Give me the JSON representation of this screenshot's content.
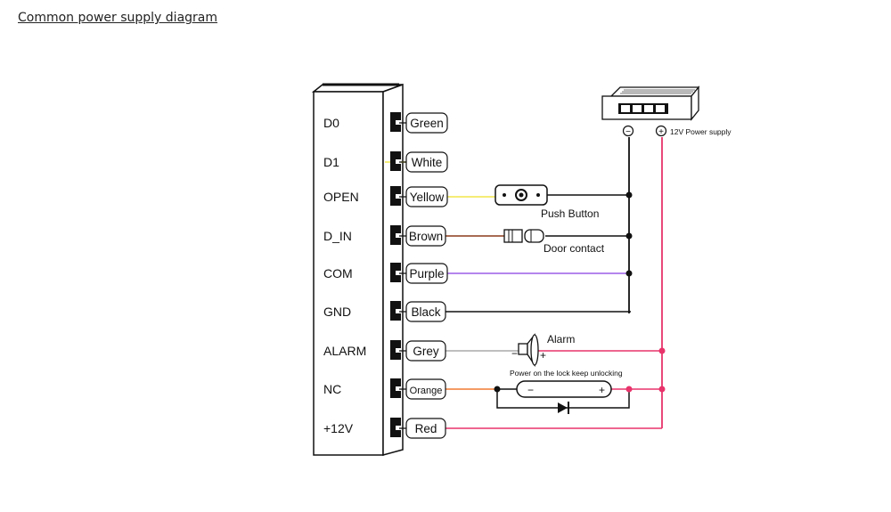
{
  "page": {
    "title": "Common power supply diagram"
  },
  "terminals": [
    {
      "pin": "D0",
      "wire": "Green",
      "color": "#2e8b57"
    },
    {
      "pin": "D1",
      "wire": "White",
      "color": "#f2e64a"
    },
    {
      "pin": "OPEN",
      "wire": "Yellow",
      "color": "#f2e64a"
    },
    {
      "pin": "D_IN",
      "wire": "Brown",
      "color": "#8b3a1a"
    },
    {
      "pin": "COM",
      "wire": "Purple",
      "color": "#9b5de5"
    },
    {
      "pin": "GND",
      "wire": "Black",
      "color": "#111111"
    },
    {
      "pin": "ALARM",
      "wire": "Grey",
      "color": "#aaaaaa"
    },
    {
      "pin": "NC",
      "wire": "Orange",
      "color": "#f07a30"
    },
    {
      "pin": "+12V",
      "wire": "Red",
      "color": "#e8336b"
    }
  ],
  "components": {
    "push_button": "Push Button",
    "door_contact": "Door contact",
    "alarm": "Alarm",
    "lock_note": "Power on the lock keep unlocking",
    "lock_minus": "−",
    "lock_plus": "+",
    "alarm_minus": "−",
    "alarm_plus": "+"
  },
  "power_supply": {
    "label": "12V Power supply",
    "minus": "−",
    "plus": "+"
  },
  "colors": {
    "positive": "#e8336b",
    "negative": "#111111"
  }
}
